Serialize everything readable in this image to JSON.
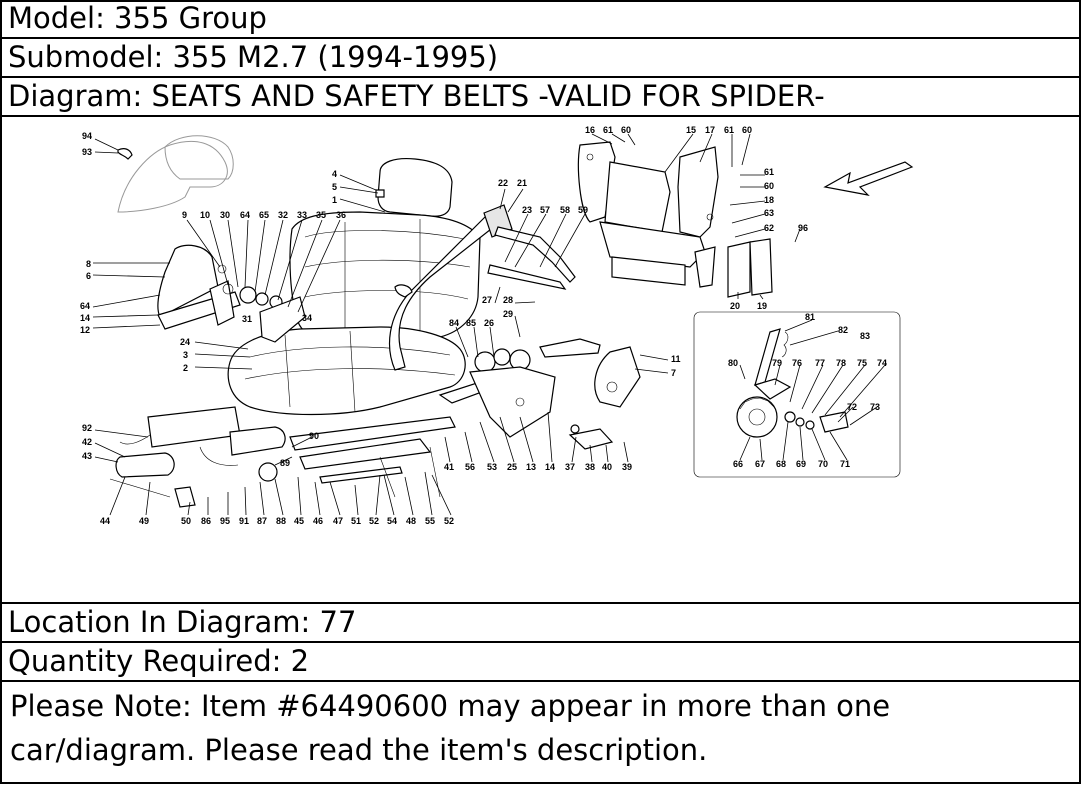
{
  "header": {
    "model": "Model: 355 Group",
    "submodel": "Submodel: 355 M2.7 (1994-1995)",
    "diagram": "Diagram: SEATS AND SAFETY BELTS -VALID FOR SPIDER-"
  },
  "footer": {
    "location": "Location In Diagram: 77",
    "quantity": "Quantity Required: 2",
    "note": "Please Note: Item #64490600 may appear in more than one car/diagram. Please read the item's description."
  },
  "diagram_labels": {
    "l94": "94",
    "l93": "93",
    "l4": "4",
    "l5": "5",
    "l1": "1",
    "l9": "9",
    "l10": "10",
    "l30": "30",
    "l64a": "64",
    "l65": "65",
    "l32": "32",
    "l33": "33",
    "l35": "35",
    "l36": "36",
    "l8": "8",
    "l6": "6",
    "l64b": "64",
    "l14a": "14",
    "l12": "12",
    "l31": "31",
    "l34": "34",
    "l24": "24",
    "l3": "3",
    "l2": "2",
    "l22": "22",
    "l21": "21",
    "l23": "23",
    "l57": "57",
    "l58": "58",
    "l59": "59",
    "l27": "27",
    "l28": "28",
    "l29": "29",
    "l84": "84",
    "l85": "85",
    "l26": "26",
    "l16": "16",
    "l61a": "61",
    "l60a": "60",
    "l15": "15",
    "l17": "17",
    "l61b": "61",
    "l60b": "60",
    "l61c": "61",
    "l60c": "60",
    "l18": "18",
    "l63": "63",
    "l62": "62",
    "l96": "96",
    "l20": "20",
    "l19": "19",
    "l11": "11",
    "l7": "7",
    "l81": "81",
    "l82": "82",
    "l83": "83",
    "l80": "80",
    "l79": "79",
    "l76": "76",
    "l77": "77",
    "l78": "78",
    "l75": "75",
    "l74": "74",
    "l72": "72",
    "l73": "73",
    "l66": "66",
    "l67": "67",
    "l68": "68",
    "l69": "69",
    "l70": "70",
    "l71": "71",
    "l92": "92",
    "l42": "42",
    "l43": "43",
    "l90": "90",
    "l89": "89",
    "l41": "41",
    "l56": "56",
    "l53": "53",
    "l25": "25",
    "l13": "13",
    "l14b": "14",
    "l37": "37",
    "l38": "38",
    "l40": "40",
    "l39": "39",
    "l44": "44",
    "l49": "49",
    "l50": "50",
    "l86": "86",
    "l95": "95",
    "l91": "91",
    "l87": "87",
    "l88": "88",
    "l45": "45",
    "l46": "46",
    "l47": "47",
    "l51": "51",
    "l52a": "52",
    "l54": "54",
    "l48": "48",
    "l55": "55",
    "l52b": "52"
  }
}
